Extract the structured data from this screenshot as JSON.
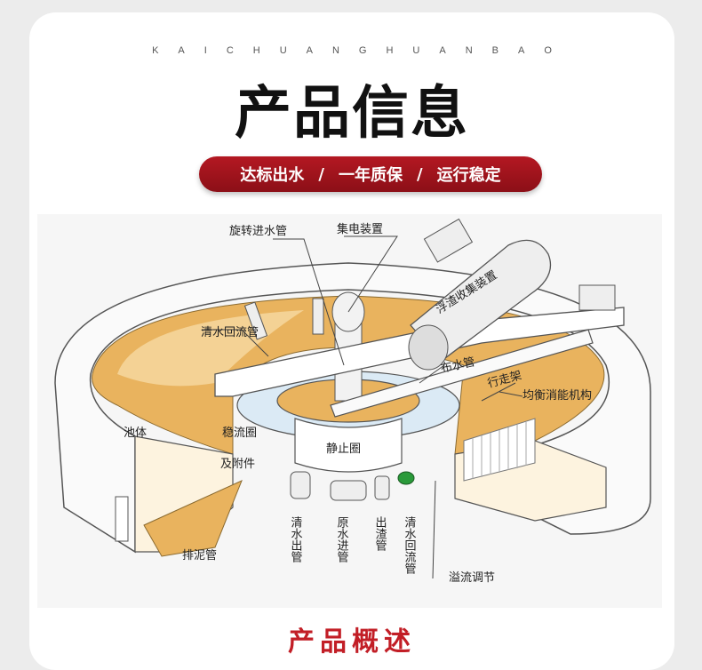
{
  "header": {
    "eyebrow": "KAICHUANGHUANBAO",
    "title": "产品信息",
    "tagline": [
      "达标出水",
      "/",
      "一年质保",
      "/",
      "运行稳定"
    ]
  },
  "diagram": {
    "labels": {
      "rotating_inlet": "旋转进水管",
      "collector": "集电装置",
      "scum_collector": "浮渣收集装置",
      "clear_return_pipe": "清水回流管",
      "water_distributor": "布水管",
      "walkway": "行走架",
      "balance": "均衡消能机构",
      "tank": "池体",
      "stabilizer": "稳流圈",
      "accessories": "及附件",
      "static_ring": "静止圈",
      "sludge_pipe": "排泥管",
      "overflow": "溢流调节",
      "clear_out": "清水出管",
      "raw_in": "原水进管",
      "slag_out": "出渣管",
      "clear_return": "清水回流管"
    }
  },
  "section_next": "产品概述",
  "colors": {
    "accent": "#a8141d",
    "water": "#e9b35e",
    "water_light": "#f6d9a2"
  }
}
